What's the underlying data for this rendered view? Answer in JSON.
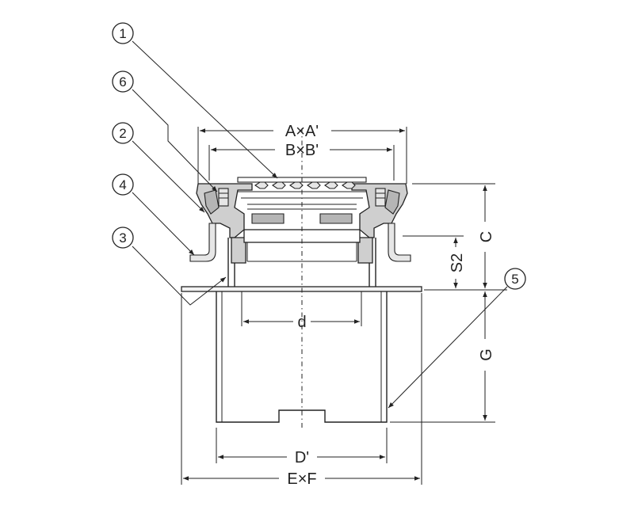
{
  "part_numbers": [
    "1",
    "6",
    "2",
    "4",
    "3",
    "5"
  ],
  "dimensions": {
    "axa": "A×A'",
    "bxb": "B×B'",
    "c": "C",
    "s2": "S2",
    "g": "G",
    "d": "d",
    "d_prime": "D'",
    "exf": "E×F"
  }
}
